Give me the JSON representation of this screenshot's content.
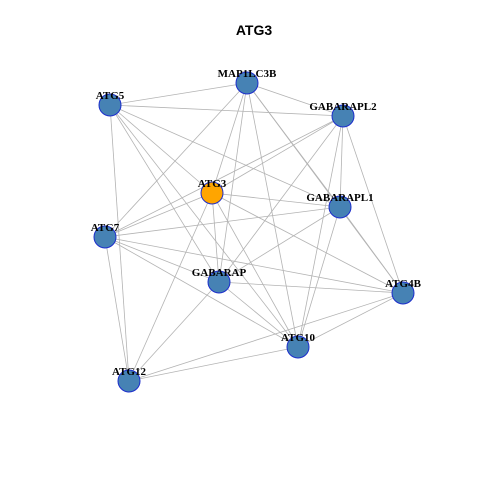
{
  "title": "ATG3",
  "colors": {
    "node_fill": "#4682B4",
    "node_stroke": "#1C2DCC",
    "highlight_fill": "#FFA500",
    "highlight_stroke": "#1C2DCC",
    "edge": "#B3B3B3",
    "background": "#FFFFFF"
  },
  "nodes": [
    {
      "id": "MAP1LC3B",
      "label": "MAP1LC3B",
      "highlight": false
    },
    {
      "id": "ATG5",
      "label": "ATG5",
      "highlight": false
    },
    {
      "id": "GABARAPL2",
      "label": "GABARAPL2",
      "highlight": false
    },
    {
      "id": "ATG3",
      "label": "ATG3",
      "highlight": true
    },
    {
      "id": "GABARAPL1",
      "label": "GABARAPL1",
      "highlight": false
    },
    {
      "id": "ATG7",
      "label": "ATG7",
      "highlight": false
    },
    {
      "id": "GABARAP",
      "label": "GABARAP",
      "highlight": false
    },
    {
      "id": "ATG4B",
      "label": "ATG4B",
      "highlight": false
    },
    {
      "id": "ATG10",
      "label": "ATG10",
      "highlight": false
    },
    {
      "id": "ATG12",
      "label": "ATG12",
      "highlight": false
    }
  ],
  "edges": [
    [
      "ATG5",
      "MAP1LC3B"
    ],
    [
      "ATG5",
      "GABARAPL2"
    ],
    [
      "ATG5",
      "GABARAPL1"
    ],
    [
      "ATG5",
      "GABARAP"
    ],
    [
      "ATG5",
      "ATG10"
    ],
    [
      "ATG5",
      "ATG12"
    ],
    [
      "ATG5",
      "ATG3"
    ],
    [
      "MAP1LC3B",
      "GABARAPL2"
    ],
    [
      "MAP1LC3B",
      "GABARAPL1"
    ],
    [
      "MAP1LC3B",
      "ATG3"
    ],
    [
      "MAP1LC3B",
      "ATG7"
    ],
    [
      "MAP1LC3B",
      "GABARAP"
    ],
    [
      "MAP1LC3B",
      "ATG10"
    ],
    [
      "MAP1LC3B",
      "ATG4B"
    ],
    [
      "GABARAPL2",
      "ATG3"
    ],
    [
      "GABARAPL2",
      "ATG7"
    ],
    [
      "GABARAPL2",
      "GABARAPL1"
    ],
    [
      "GABARAPL2",
      "GABARAP"
    ],
    [
      "GABARAPL2",
      "ATG10"
    ],
    [
      "GABARAPL2",
      "ATG4B"
    ],
    [
      "ATG3",
      "GABARAPL1"
    ],
    [
      "ATG3",
      "ATG7"
    ],
    [
      "ATG3",
      "GABARAP"
    ],
    [
      "ATG3",
      "ATG10"
    ],
    [
      "ATG3",
      "ATG4B"
    ],
    [
      "ATG3",
      "ATG12"
    ],
    [
      "GABARAPL1",
      "ATG7"
    ],
    [
      "GABARAPL1",
      "GABARAP"
    ],
    [
      "GABARAPL1",
      "ATG10"
    ],
    [
      "GABARAPL1",
      "ATG4B"
    ],
    [
      "ATG7",
      "GABARAP"
    ],
    [
      "ATG7",
      "ATG12"
    ],
    [
      "ATG7",
      "ATG10"
    ],
    [
      "ATG7",
      "ATG4B"
    ],
    [
      "GABARAP",
      "ATG10"
    ],
    [
      "GABARAP",
      "ATG12"
    ],
    [
      "GABARAP",
      "ATG4B"
    ],
    [
      "ATG10",
      "ATG4B"
    ],
    [
      "ATG10",
      "ATG12"
    ],
    [
      "ATG12",
      "ATG4B"
    ]
  ]
}
